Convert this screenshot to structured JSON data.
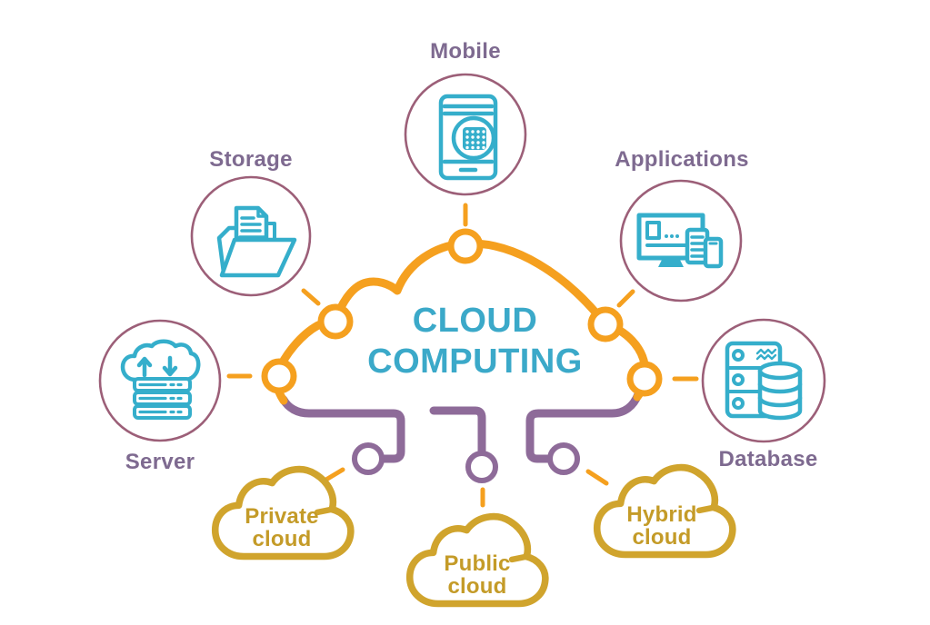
{
  "diagram": {
    "title": "CLOUD COMPUTING",
    "components": [
      {
        "id": "mobile",
        "label": "Mobile"
      },
      {
        "id": "storage",
        "label": "Storage"
      },
      {
        "id": "applications",
        "label": "Applications"
      },
      {
        "id": "server",
        "label": "Server"
      },
      {
        "id": "database",
        "label": "Database"
      }
    ],
    "deployment_models": [
      {
        "id": "private-cloud",
        "label": "Private cloud"
      },
      {
        "id": "public-cloud",
        "label": "Public cloud"
      },
      {
        "id": "hybrid-cloud",
        "label": "Hybrid cloud"
      }
    ],
    "colors": {
      "icon_teal": "#35AECB",
      "title_teal": "#3BA9C9",
      "cloud_orange": "#F5A01F",
      "cloud_purple": "#8E6B99",
      "circle_ring": "#9C5F78",
      "label_purple": "#7E6A90",
      "small_cloud_gold": "#D0A42D",
      "small_cloud_text": "#C49B28"
    }
  }
}
